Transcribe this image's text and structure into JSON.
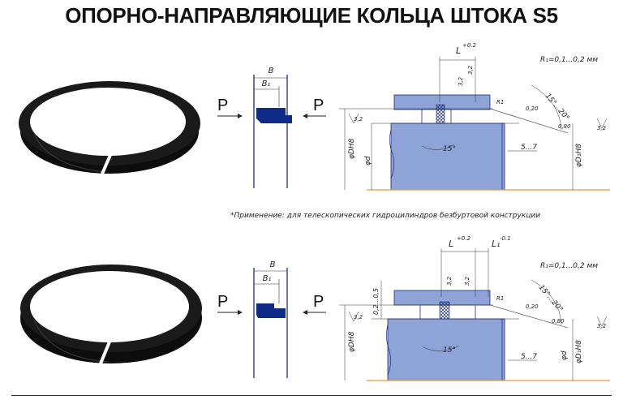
{
  "title": "ОПОРНО-НАПРАВЛЯЮЩИЕ КОЛЬЦА ШТОКА S5",
  "note": "*Применение: для телескопических гидроцилиндров безбуртовой конструкции",
  "colors": {
    "ring": "#0d0d0d",
    "metal": "#8ea3d6",
    "metal_dark": "#7088c4",
    "outline": "#1b2a8c",
    "center_line": "#e39a3c",
    "profile": "#102a88"
  },
  "top": {
    "arrow_left": "P",
    "arrow_right": "P",
    "dim_B": "B",
    "dim_B1": "B₁",
    "dim_L": "L",
    "tol_L": "+0.2",
    "rough_1": "3,2",
    "rough_2": "3,2",
    "rough_3": "3,2",
    "rough_4": "3,2",
    "r1_label": "R1",
    "r1_spec": "R₁=0,1...0,2 мм",
    "angle_chamfer": "15°...20°",
    "angle_15": "15°",
    "rough_020": "0,20",
    "rough_080": "0,80",
    "dim_57": "5...7",
    "dia_d": "φd",
    "dia_dn": "φDН8",
    "dia_d1": "φD₁Н8"
  },
  "bottom": {
    "arrow_left": "P",
    "arrow_right": "P",
    "dim_B": "B",
    "dim_B1": "B₁",
    "dim_L": "L",
    "tol_L": "+0.2",
    "dim_L1": "L₁",
    "tol_L1": "-0.1",
    "dim_02": "0,2...0,5",
    "rough_1": "3,2",
    "rough_2": "3,2",
    "rough_3": "3,2",
    "rough_4": "3,2",
    "r1_label": "R1",
    "r1_spec": "R₁=0,1...0,2 мм",
    "angle_chamfer": "15°...20°",
    "angle_15": "15°",
    "rough_020": "0,20",
    "rough_080": "0,80",
    "dim_57": "5...7",
    "dia_d": "φd",
    "dia_dn": "φDН8",
    "dia_d1": "φD₁Н8"
  }
}
